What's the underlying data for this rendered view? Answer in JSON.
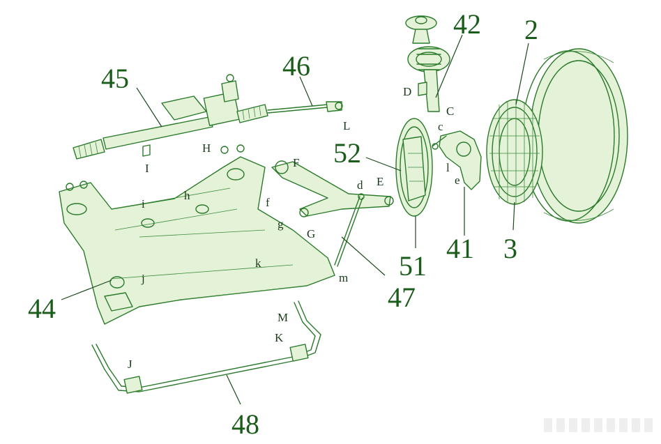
{
  "callouts": {
    "n2": "2",
    "n3": "3",
    "n41": "41",
    "n42": "42",
    "n44": "44",
    "n45": "45",
    "n46": "46",
    "n47": "47",
    "n48": "48",
    "n51": "51",
    "n52": "52"
  },
  "letters": {
    "C": "C",
    "D": "D",
    "c": "c",
    "L": "L",
    "H": "H",
    "I": "I",
    "F": "F",
    "d": "d",
    "E": "E",
    "l": "l",
    "e": "e",
    "i": "i",
    "h": "h",
    "f": "f",
    "g": "g",
    "G": "G",
    "k": "k",
    "j": "j",
    "m": "m",
    "M": "M",
    "K": "K",
    "J": "J"
  },
  "colors": {
    "line_art": "#2a7a2a",
    "fill": "#e4f2d8",
    "label": "#1a5c1a"
  }
}
